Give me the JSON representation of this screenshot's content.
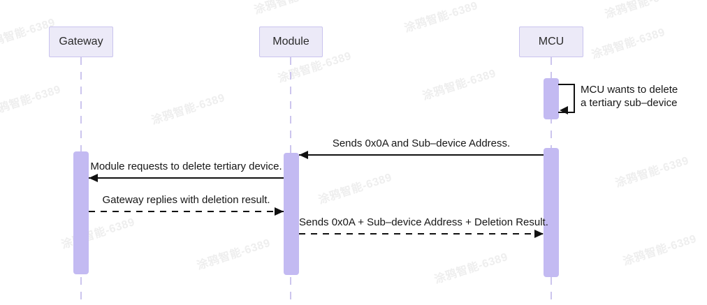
{
  "diagram": {
    "type": "sequence",
    "participants": [
      {
        "name": "Gateway"
      },
      {
        "name": "Module"
      },
      {
        "name": "MCU"
      }
    ],
    "messages": [
      {
        "from": "MCU",
        "to": "MCU",
        "kind": "self",
        "line_style": "solid",
        "lines": [
          "MCU wants to delete",
          "a tertiary sub–device"
        ]
      },
      {
        "from": "MCU",
        "to": "Module",
        "kind": "message",
        "line_style": "solid",
        "label": "Sends 0x0A and Sub–device Address."
      },
      {
        "from": "Module",
        "to": "Gateway",
        "kind": "message",
        "line_style": "solid",
        "label": "Module requests to delete tertiary device."
      },
      {
        "from": "Gateway",
        "to": "Module",
        "kind": "reply",
        "line_style": "dashed",
        "label": "Gateway replies with deletion result."
      },
      {
        "from": "Module",
        "to": "MCU",
        "kind": "reply",
        "line_style": "dashed",
        "label": "Sends 0x0A + Sub–device Address + Deletion Result."
      }
    ]
  },
  "watermark": {
    "text": "涂鸦智能-6389"
  },
  "colors": {
    "background": "#ffffff",
    "actor_fill": "#eceaf8",
    "actor_border": "#c9c3ee",
    "activation_fill": "#c3baf2",
    "lifeline": "#ccc5ee",
    "arrow": "#111111",
    "text": "#1f1f1f",
    "watermark": "#e9e9e9"
  }
}
